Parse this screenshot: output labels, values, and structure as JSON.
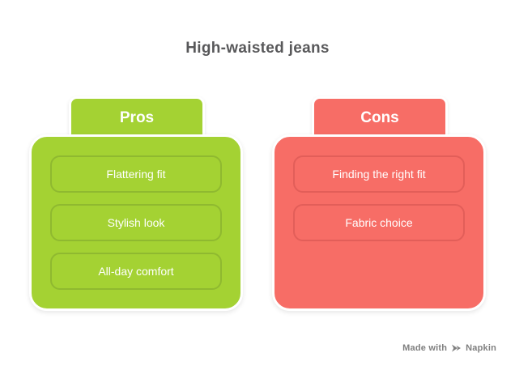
{
  "title": "High-waisted jeans",
  "columns": [
    {
      "id": "pros",
      "label": "Pros",
      "fill_color": "#a4d233",
      "item_border_color": "#8fb930",
      "items": [
        "Flattering fit",
        "Stylish look",
        "All-day comfort"
      ]
    },
    {
      "id": "cons",
      "label": "Cons",
      "fill_color": "#f76d66",
      "item_border_color": "#e25e59",
      "items": [
        "Finding the right fit",
        "Fabric choice"
      ]
    }
  ],
  "watermark": {
    "prefix": "Made with",
    "brand": "Napkin",
    "text_color": "#7f7f7f"
  },
  "title_color": "#58585a",
  "background_color": "#ffffff"
}
